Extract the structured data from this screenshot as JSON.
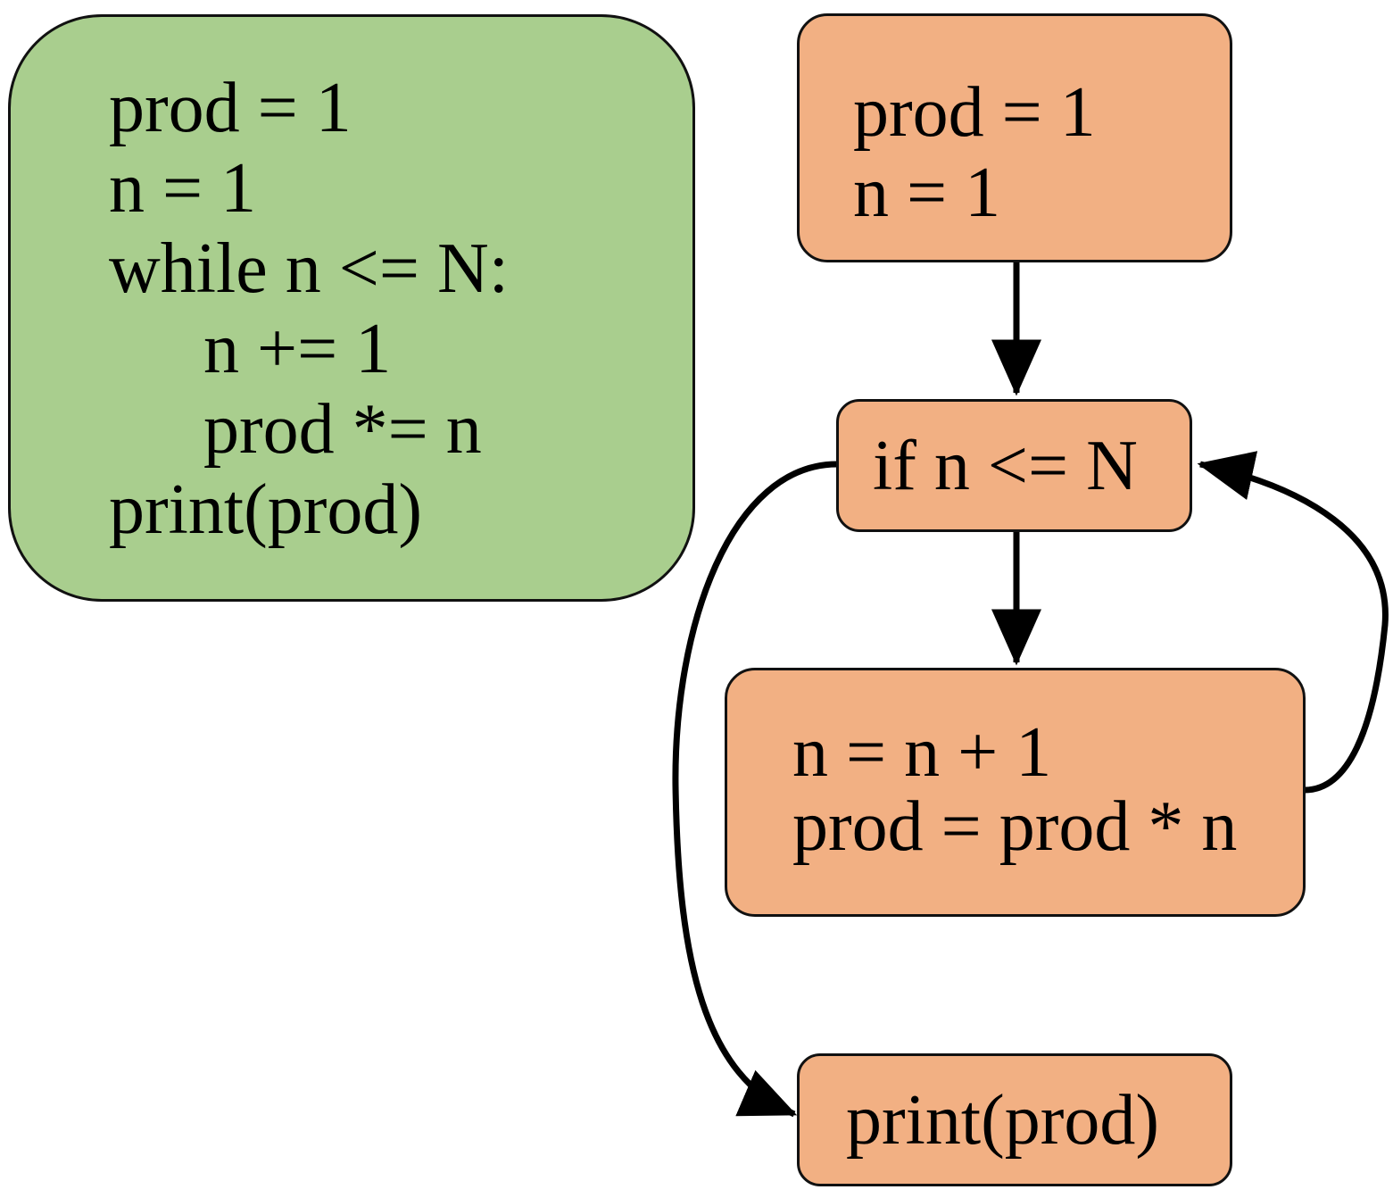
{
  "colors": {
    "code_box_fill": "#a9ce8e",
    "node_fill": "#f2b083",
    "stroke": "#000000"
  },
  "code_block": {
    "lines": [
      "prod = 1",
      "n = 1",
      "while n <= N:",
      "n += 1",
      "prod *= n",
      "print(prod)"
    ]
  },
  "flowchart": {
    "init_node": {
      "lines": [
        "prod = 1",
        "n = 1"
      ]
    },
    "condition_node": {
      "text": "if n <= N"
    },
    "body_node": {
      "lines": [
        "n = n + 1",
        "prod = prod * n"
      ]
    },
    "output_node": {
      "text": "print(prod)"
    }
  }
}
